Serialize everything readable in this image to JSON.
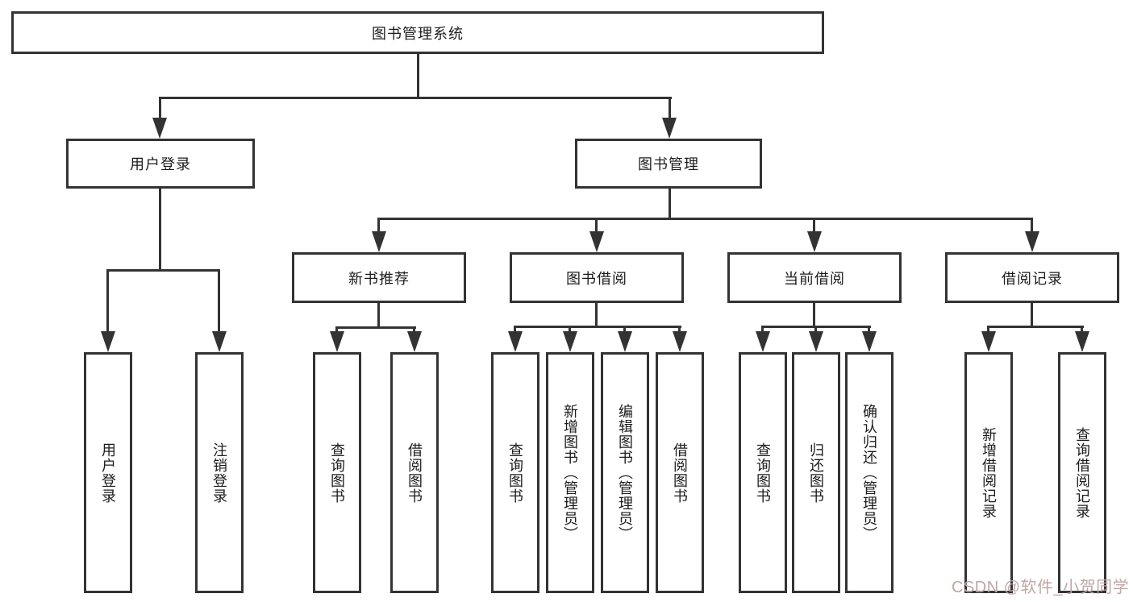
{
  "diagram": {
    "title": "图书管理系统",
    "branches": [
      {
        "label": "用户登录",
        "children": [
          {
            "label": "用户登录"
          },
          {
            "label": "注销登录"
          }
        ]
      },
      {
        "label": "图书管理",
        "children": [
          {
            "label": "新书推荐",
            "children": [
              {
                "label": "查询图书"
              },
              {
                "label": "借阅图书"
              }
            ]
          },
          {
            "label": "图书借阅",
            "children": [
              {
                "label": "查询图书"
              },
              {
                "label": "新增图书（管理员）"
              },
              {
                "label": "编辑图书（管理员）"
              },
              {
                "label": "借阅图书"
              }
            ]
          },
          {
            "label": "当前借阅",
            "children": [
              {
                "label": "查询图书"
              },
              {
                "label": "归还图书"
              },
              {
                "label": "确认归还（管理员）"
              }
            ]
          },
          {
            "label": "借阅记录",
            "children": [
              {
                "label": "新增借阅记录"
              },
              {
                "label": "查询借阅记录"
              }
            ]
          }
        ]
      }
    ]
  },
  "watermark": {
    "text": "CSDN @软件_小贺同学"
  },
  "colors": {
    "line": "#333333",
    "box_border": "#333333",
    "text": "#1c1c1c",
    "background": "#ffffff",
    "watermark": "#c0a6a6"
  }
}
